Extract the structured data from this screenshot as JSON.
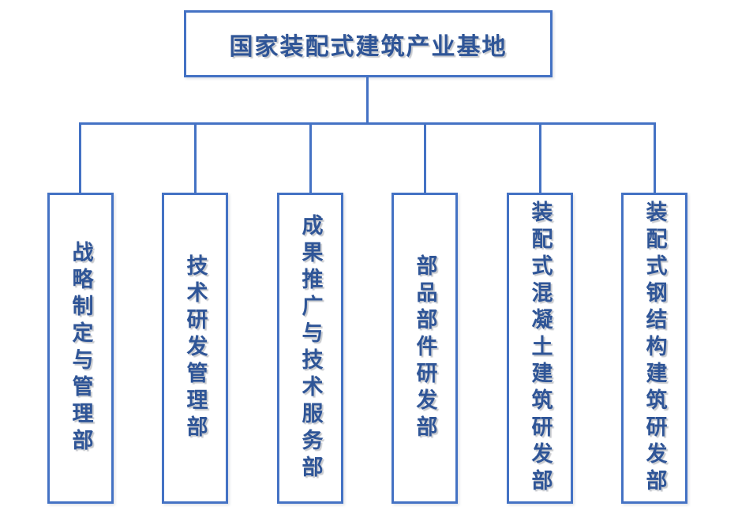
{
  "colors": {
    "box_border": "#4472C4",
    "connector_line": "#4472C4",
    "text": "#2F5597",
    "background": "#FFFFFF"
  },
  "chart_data": {
    "type": "org-chart",
    "root": {
      "label": "国家装配式建筑产业基地"
    },
    "departments": [
      {
        "label": "战略制定与管理部"
      },
      {
        "label": "技术研发管理部"
      },
      {
        "label": "成果推广与技术服务部"
      },
      {
        "label": "部品部件研发部"
      },
      {
        "label": "装配式混凝土建筑研发部"
      },
      {
        "label": "装配式钢结构建筑研发部"
      }
    ]
  }
}
